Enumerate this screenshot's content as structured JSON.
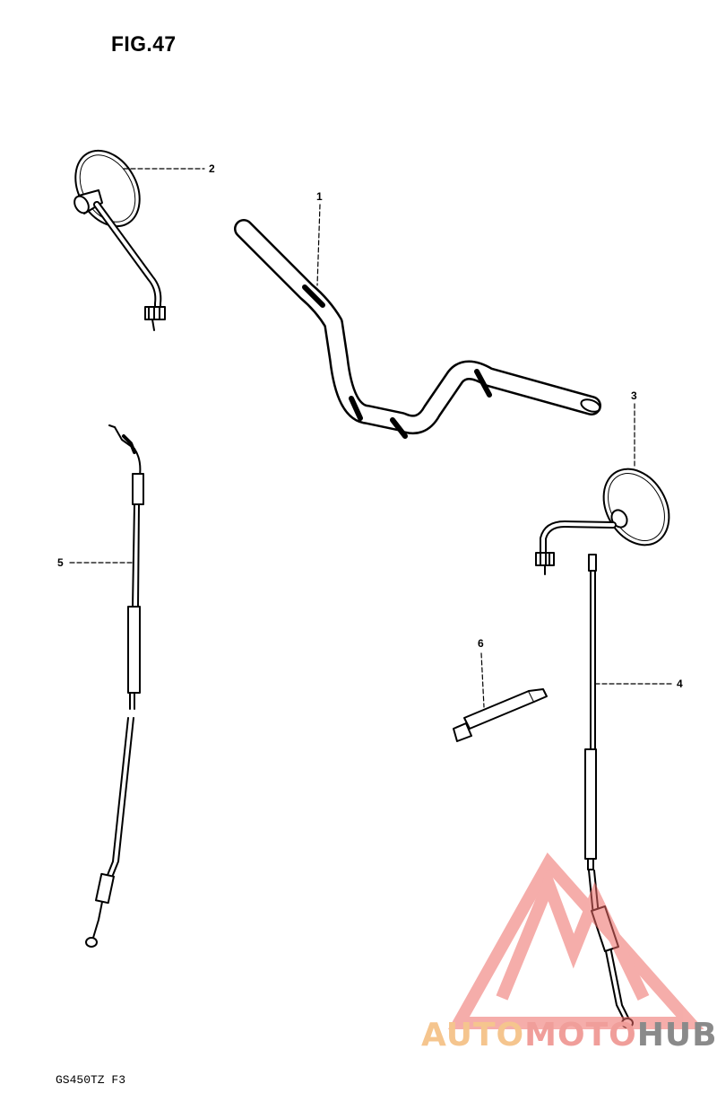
{
  "figure": {
    "title": "FIG.47"
  },
  "callouts": [
    "1",
    "2",
    "3",
    "4",
    "5",
    "6"
  ],
  "footer": {
    "model_code": "GS450TZ F3"
  },
  "watermark": {
    "part1": "AUTO",
    "part2": "MOTO",
    "part3": "HUB",
    "colors": {
      "gold": "#f5c58e",
      "pink": "#f09e9a",
      "gray": "#8a8a8a",
      "logo": "#ee6b66"
    }
  }
}
